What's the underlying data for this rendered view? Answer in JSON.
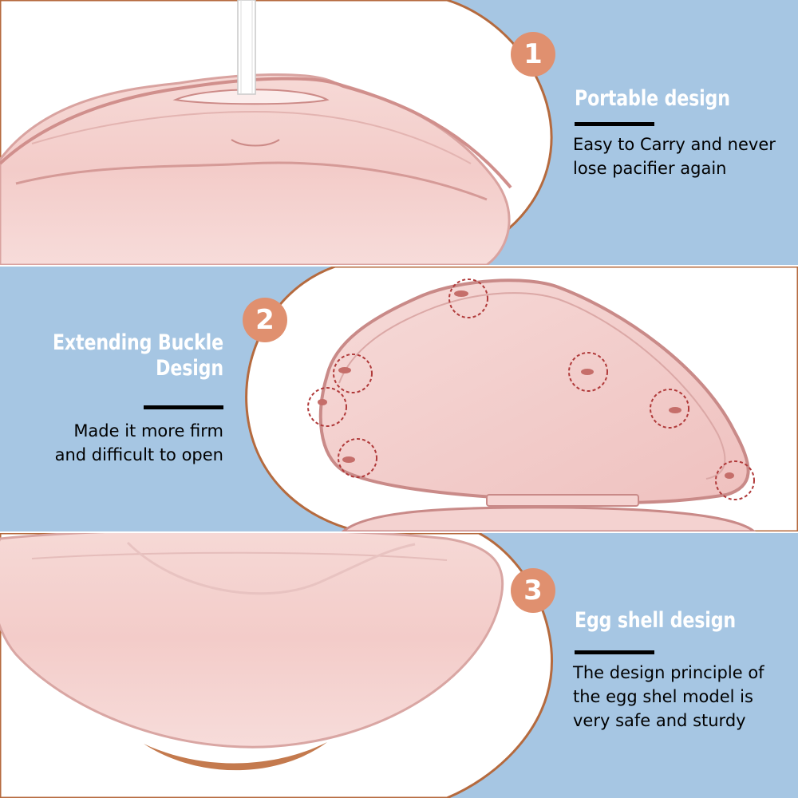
{
  "colors": {
    "panel_blue": "#a6c6e3",
    "badge_orange": "#e0906f",
    "ring_brown": "#b56a3e",
    "shell_pink": "#f2c9c6",
    "marker_red": "#b03a3a"
  },
  "features": [
    {
      "number": "1",
      "title_lines": [
        "Portable design"
      ],
      "description_lines": [
        "Easy to Carry and never",
        "lose pacifier again"
      ]
    },
    {
      "number": "2",
      "title_lines": [
        "Extending Buckle",
        "Design"
      ],
      "description_lines": [
        "Made it more firm",
        "and difficult to open"
      ]
    },
    {
      "number": "3",
      "title_lines": [
        "Egg shell design"
      ],
      "description_lines": [
        "The design principle of",
        "the egg shel model is",
        "very safe and sturdy"
      ]
    }
  ]
}
